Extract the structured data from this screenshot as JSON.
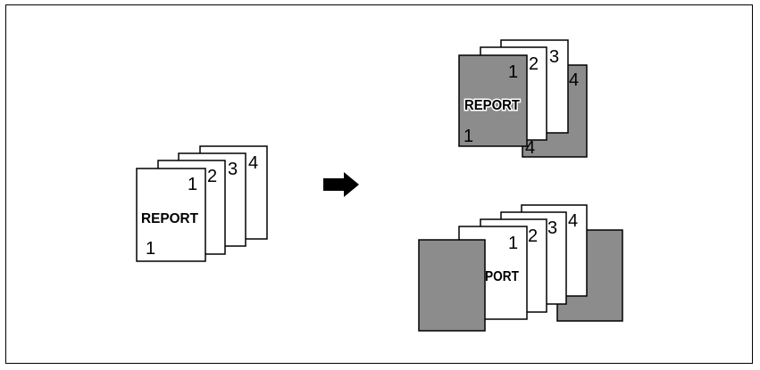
{
  "pages": {
    "n1": "1",
    "n2": "2",
    "n3": "3",
    "n4": "4"
  },
  "cover": {
    "title": "REPORT",
    "front_number": "1"
  },
  "partial_title": "PORT",
  "colors": {
    "page_fill": "#ffffff",
    "cover_fill": "#8c8c8c",
    "stroke": "#000000"
  },
  "icons": {
    "arrow": "right-arrow-icon"
  }
}
